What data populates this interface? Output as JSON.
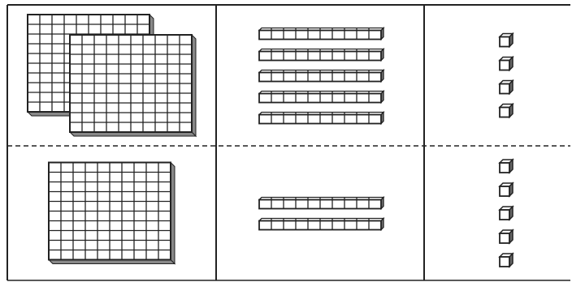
{
  "figure": {
    "columns": [
      "hundreds",
      "tens",
      "ones"
    ],
    "rows": [
      {
        "hundreds": 2,
        "tens": 5,
        "ones": 4
      },
      {
        "hundreds": 1,
        "tens": 2,
        "ones": 5
      }
    ],
    "colors": {
      "line": "#222222",
      "background": "#ffffff"
    }
  }
}
